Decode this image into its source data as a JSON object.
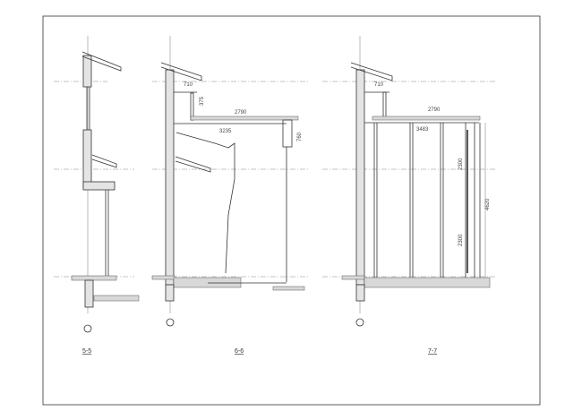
{
  "sections": [
    {
      "label": "5-5"
    },
    {
      "label": "6-6",
      "dims": {
        "top": "2790",
        "span": "3235",
        "small": "710",
        "h1": "375",
        "h2": "760"
      }
    },
    {
      "label": "7-7",
      "dims": {
        "top": "2790",
        "span": "3483",
        "small": "710",
        "h1": "2300",
        "h2": "2300",
        "total": "4620"
      }
    }
  ]
}
